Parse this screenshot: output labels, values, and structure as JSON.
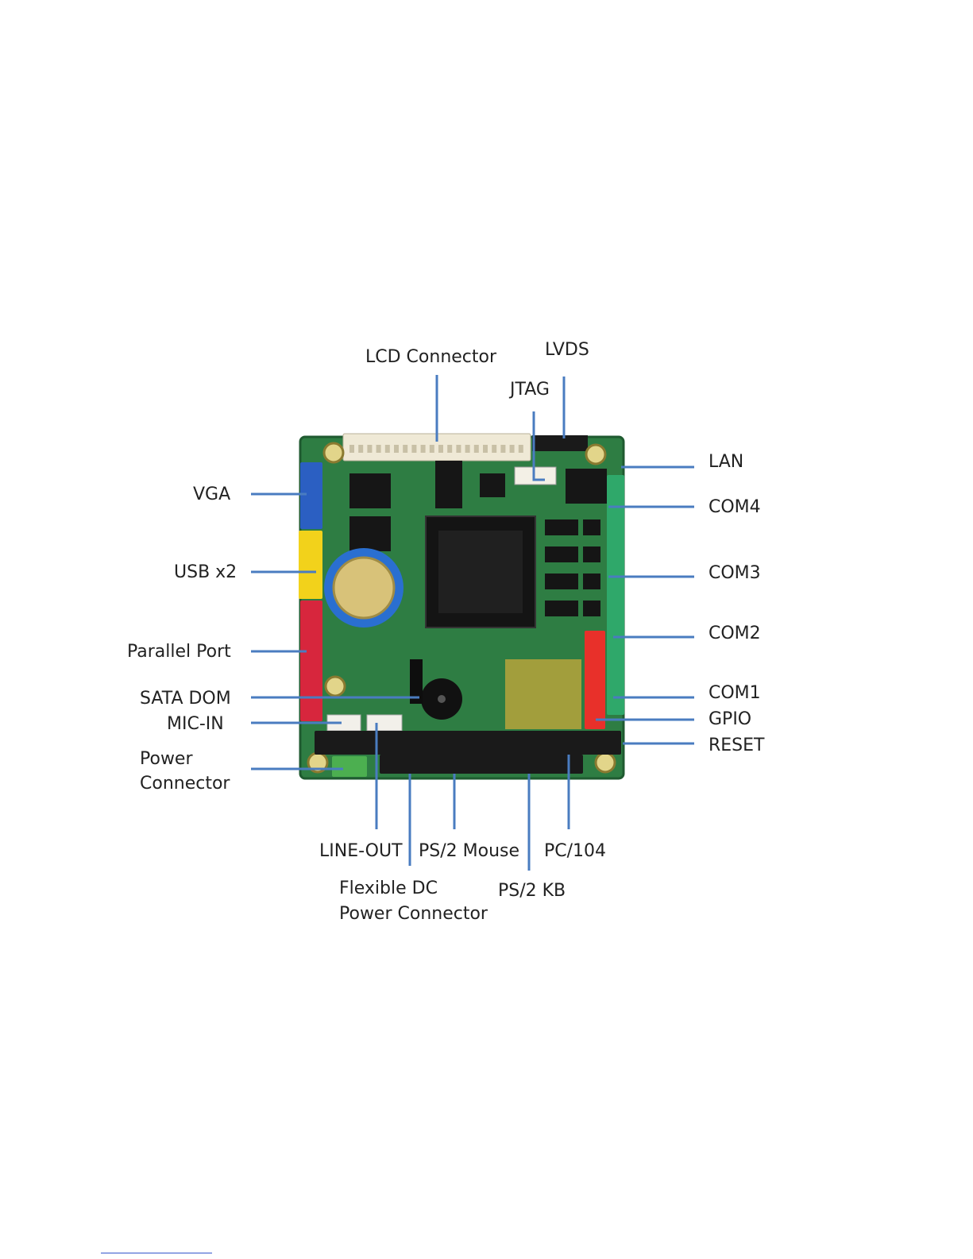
{
  "colors": {
    "leader": "#4a7cc0",
    "pcb": "#2e7d43",
    "pcb_dark": "#1f5a30",
    "vga": "#2b5fc2",
    "usb": "#f2d21b",
    "parallel": "#d7263d",
    "gpio": "#e8302a",
    "com": "#2fa86a",
    "header": "#1a1a1a",
    "lcd_connector": "#efe9d6",
    "terminal": "#4caf50"
  },
  "labels": {
    "lcd_connector": "LCD Connector",
    "lvds": "LVDS",
    "jtag": "JTAG",
    "lan": "LAN",
    "com4": "COM4",
    "com3": "COM3",
    "com2": "COM2",
    "com1": "COM1",
    "gpio": "GPIO",
    "reset": "RESET",
    "vga": "VGA",
    "usb": "USB x2",
    "parallel_port": "Parallel Port",
    "sata_dom": "SATA DOM",
    "mic_in": "MIC-IN",
    "power_connector_1": "Power",
    "power_connector_2": "Connector",
    "line_out": "LINE-OUT",
    "ps2_mouse": "PS/2 Mouse",
    "pc104": "PC/104",
    "flexible_dc_1": "Flexible DC",
    "flexible_dc_2": "Power Connector",
    "ps2_kb": "PS/2 KB"
  }
}
